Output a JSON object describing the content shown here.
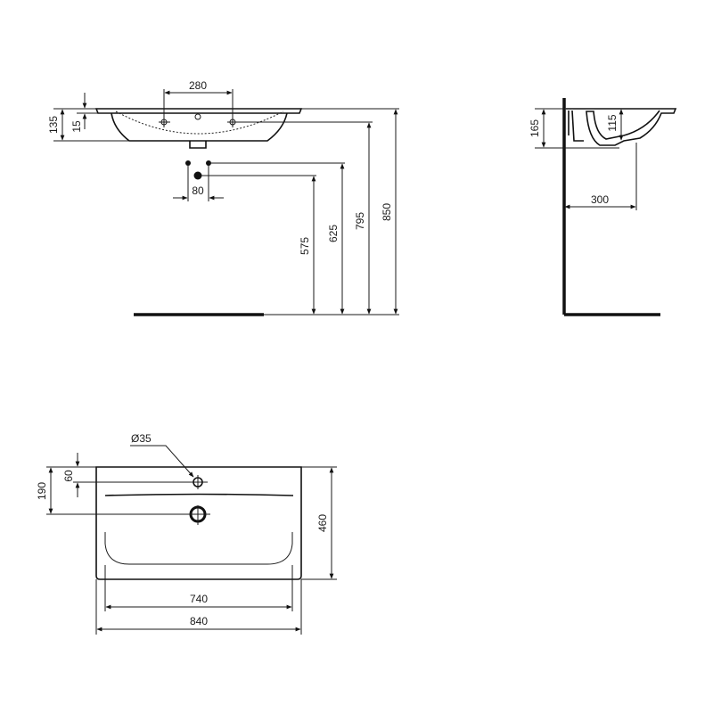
{
  "drawing": {
    "type": "technical-drawing",
    "subject": "washbasin dimensions",
    "units": "mm",
    "front_view": {
      "tap_hole_spacing": "280",
      "rim_height": "135",
      "rim_thickness": "15",
      "supply_spacing": "80",
      "heights": [
        "575",
        "625",
        "795",
        "850"
      ]
    },
    "side_view": {
      "overall_depth": "165",
      "bowl_depth": "115",
      "waste_projection": "300"
    },
    "top_view": {
      "tap_hole_diameter": "Ø35",
      "tap_hole_offset": "60",
      "waste_offset": "190",
      "depth": "460",
      "inner_width": "740",
      "overall_width": "840"
    }
  }
}
